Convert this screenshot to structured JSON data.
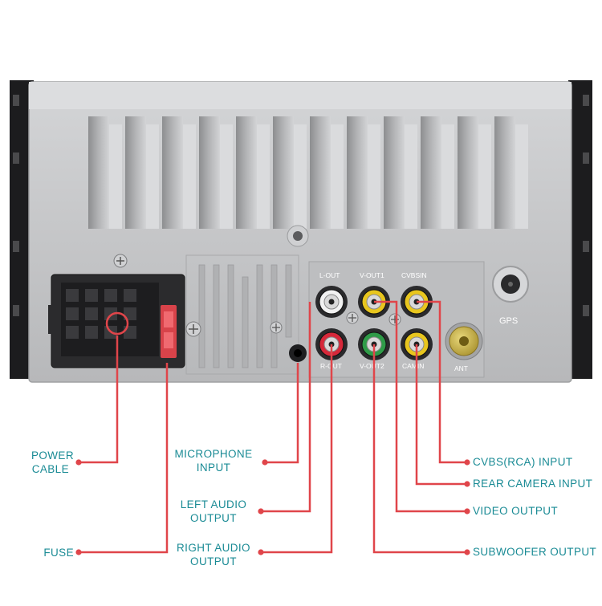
{
  "port_labels": {
    "l_out": "L-OUT",
    "v_out1": "V-OUT1",
    "cvbs_in": "CVBSIN",
    "r_out": "R-OUT",
    "v_out2": "V-OUT2",
    "cam_in": "CAMIN",
    "ant": "ANT",
    "gps": "GPS"
  },
  "callouts": {
    "power_cable": [
      "POWER",
      "CABLE"
    ],
    "fuse": "FUSE",
    "microphone_input": [
      "MICROPHONE",
      "INPUT"
    ],
    "left_audio_output": [
      "LEFT AUDIO",
      "OUTPUT"
    ],
    "right_audio_output": [
      "RIGHT AUDIO",
      "OUTPUT"
    ],
    "cvbs_input": "CVBS(RCA) INPUT",
    "rear_camera_input": "REAR CAMERA INPUT",
    "video_output": "VIDEO OUTPUT",
    "subwoofer_output": "SUBWOOFER OUTPUT"
  },
  "colors": {
    "label_text": "#1a8b95",
    "leader_line": "#e0454a",
    "chassis": "#c4c5c7",
    "rca_white": "#f2f2f2",
    "rca_red": "#d6283a",
    "rca_yellow": "#e8c61e",
    "rca_green": "#2f9b48",
    "antenna_brass": "#c9b24a"
  }
}
